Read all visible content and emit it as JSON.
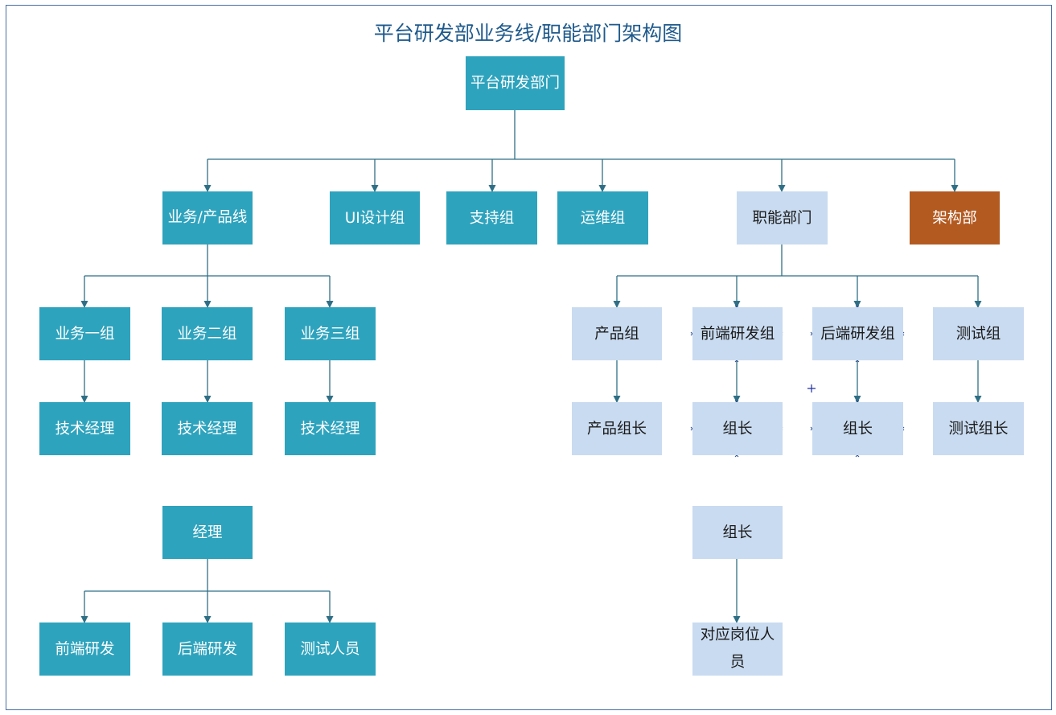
{
  "title": "平台研发部业务线/职能部门架构图",
  "colors": {
    "teal": "#2ea3bd",
    "light": "#c9dbf0",
    "orange": "#b35a21",
    "line": "#2f6f86",
    "title": "#1f5a8c"
  },
  "nodes": {
    "root": "平台研发部门",
    "biz_line": "业务/产品线",
    "ui_group": "UI设计组",
    "support_group": "支持组",
    "ops_group": "运维组",
    "functional": "职能部门",
    "arch": "架构部",
    "biz1": "业务一组",
    "biz2": "业务二组",
    "biz3": "业务三组",
    "tech_mgr1": "技术经理",
    "tech_mgr2": "技术经理",
    "tech_mgr3": "技术经理",
    "manager": "经理",
    "frontend_dev": "前端研发",
    "backend_dev": "后端研发",
    "tester": "测试人员",
    "product_group": "产品组",
    "frontend_group": "前端研发组",
    "backend_group": "后端研发组",
    "test_group": "测试组",
    "product_lead": "产品组长",
    "frontend_lead": "组长",
    "backend_lead": "组长",
    "test_lead": "测试组长",
    "lead": "组长",
    "staff": "对应岗位人员"
  }
}
